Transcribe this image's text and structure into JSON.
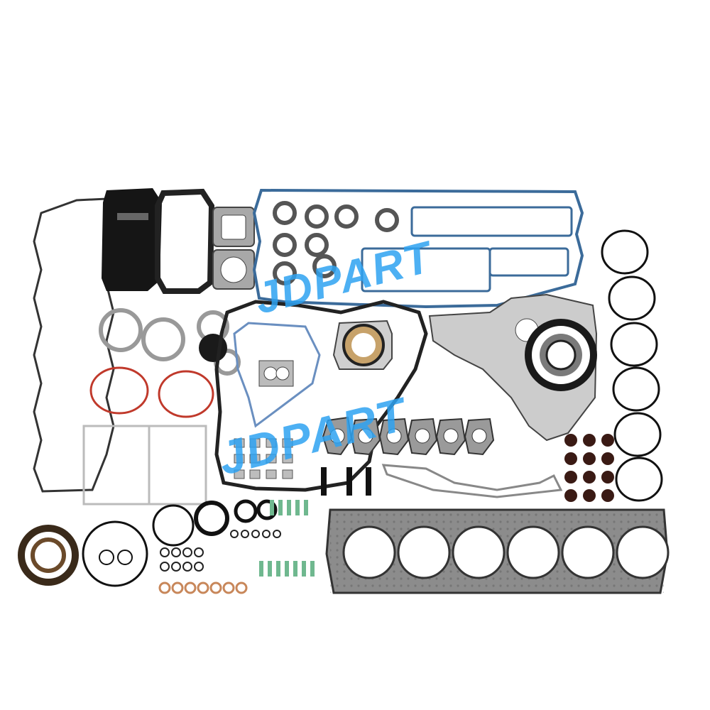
{
  "watermarks": [
    "JDPART",
    "JDPART"
  ],
  "colors": {
    "background": "#ffffff",
    "gasket_outline": "#2b2b2b",
    "gasket_fill_gray": "#c8c8c8",
    "watermark": "#2ea3f2",
    "seal_brown": "#6b4a2a",
    "fastener_green": "#6fb88f",
    "copper_washer": "#c8875a"
  },
  "items": [
    {
      "name": "valve-cover-gasket"
    },
    {
      "name": "oil-cooler-gasket"
    },
    {
      "name": "front-cover-gasket"
    },
    {
      "name": "flywheel-housing-gasket"
    },
    {
      "name": "oil-pan-gasket"
    },
    {
      "name": "cylinder-head-gasket"
    },
    {
      "name": "exhaust-manifold-gaskets"
    },
    {
      "name": "cylinder-liner-o-rings"
    },
    {
      "name": "valve-stem-seals"
    },
    {
      "name": "crankshaft-rear-seal"
    },
    {
      "name": "crankshaft-front-seal"
    },
    {
      "name": "copper-washers"
    }
  ]
}
